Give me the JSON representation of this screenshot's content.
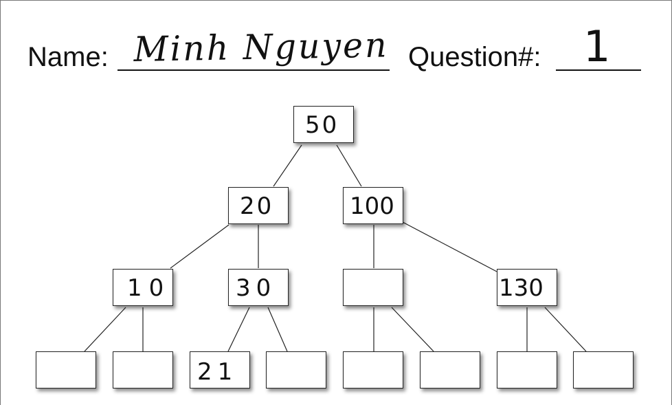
{
  "header": {
    "name_label": "Name:",
    "name_value": "Minh Nguyen",
    "question_label": "Question#:",
    "question_value": "1"
  },
  "tree": {
    "root": "50",
    "level2": [
      "20",
      "100"
    ],
    "level3": [
      "10",
      "30",
      "",
      "130"
    ],
    "level4": [
      "",
      "",
      "21",
      "",
      "",
      "",
      "",
      ""
    ]
  }
}
